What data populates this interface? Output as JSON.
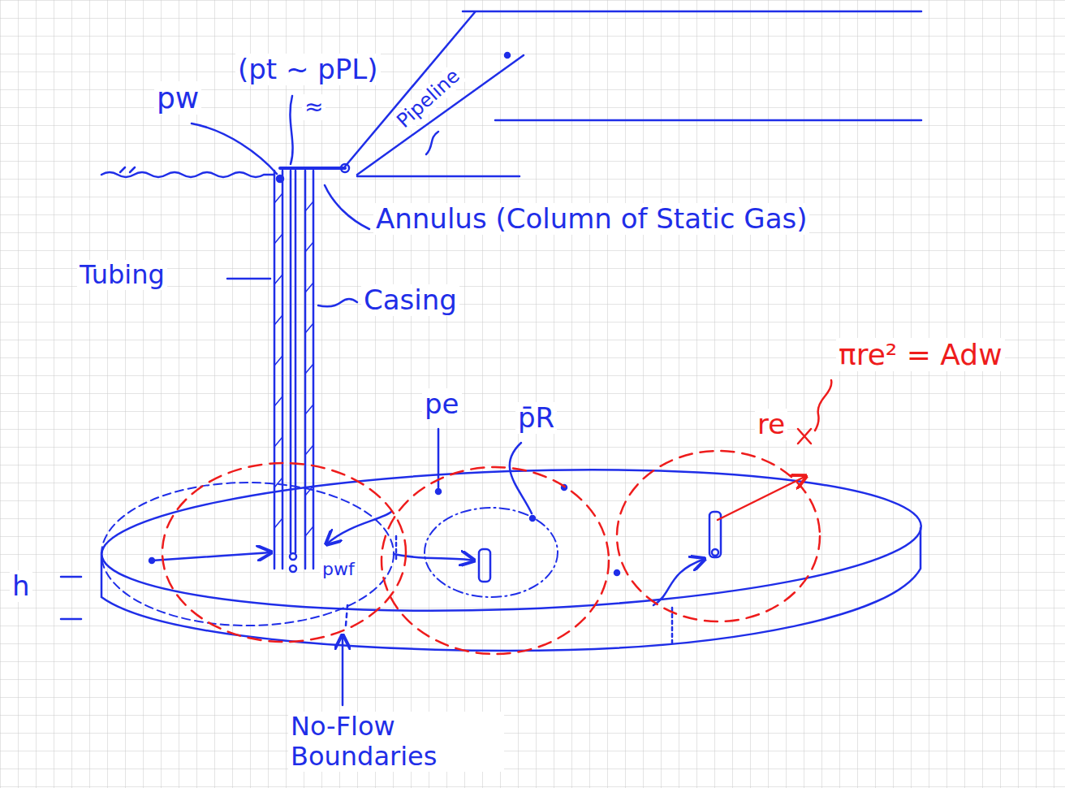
{
  "diagram": {
    "labels": [
      "pw",
      "(pt ~ pPL)",
      "≈",
      "Pipeline",
      "Annulus (Column of Static Gas)",
      "Tubing",
      "Casing",
      "pe",
      "p̄R",
      "pwf",
      "πre² = Adw",
      "re",
      "h",
      "No-Flow Boundaries"
    ]
  }
}
